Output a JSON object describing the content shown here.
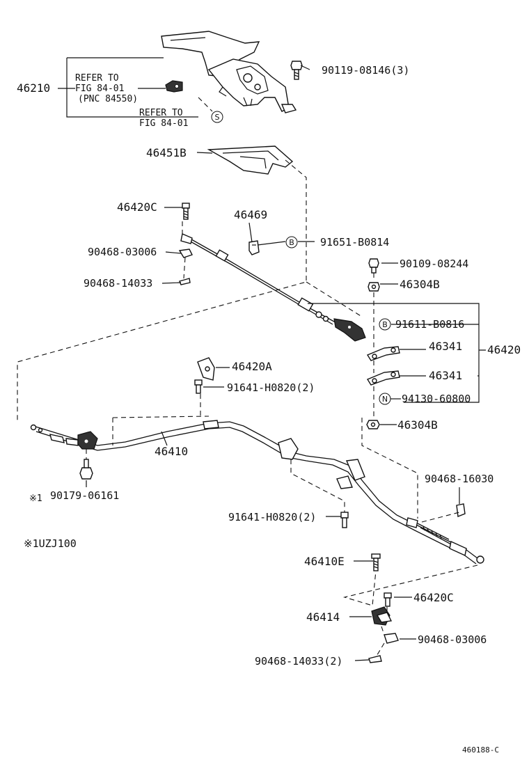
{
  "labels": {
    "p46210": "46210",
    "refer1_line1": "REFER TO",
    "refer1_line2": "FIG 84-01",
    "refer1_line3": "(PNC 84550)",
    "refer2_line1": "REFER TO",
    "refer2_line2": "FIG 84-01",
    "p90119": "90119-08146(3)",
    "p46451B": "46451B",
    "p46420C_top": "46420C",
    "p46469": "46469",
    "p91651": "91651-B0814",
    "p90468_03006_top": "90468-03006",
    "p90468_14033_top": "90468-14033",
    "p90109": "90109-08244",
    "p46304B_top": "46304B",
    "p91611": "91611-B0816",
    "p46341_a": "46341",
    "p46341_b": "46341",
    "p46420": "46420",
    "p94130": "94130-60800",
    "p46304B_bot": "46304B",
    "p46420A": "46420A",
    "p91641_top": "91641-H0820(2)",
    "p46410": "46410",
    "p90179": "90179-06161",
    "note_mark": "※1",
    "note_text": "※1UZJ100",
    "p90468_16030": "90468-16030",
    "p91641_bot": "91641-H0820(2)",
    "p46410E": "46410E",
    "p46420C_bot": "46420C",
    "p46414": "46414",
    "p90468_03006_bot": "90468-03006",
    "p90468_14033_bot": "90468-14033(2)",
    "figure_code": "460188-C"
  },
  "callouts": {
    "S": "S",
    "B1": "B",
    "B2": "B",
    "N": "N"
  }
}
